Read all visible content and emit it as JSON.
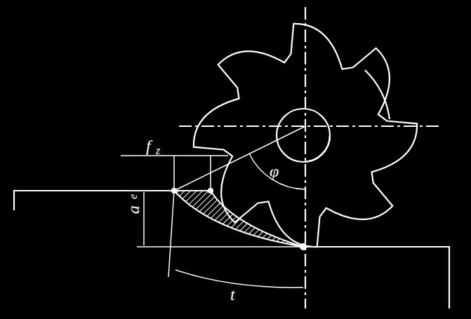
{
  "diagram": {
    "labels": [
      "f",
      "z",
      "φ",
      "a",
      "e",
      "t"
    ]
  }
}
